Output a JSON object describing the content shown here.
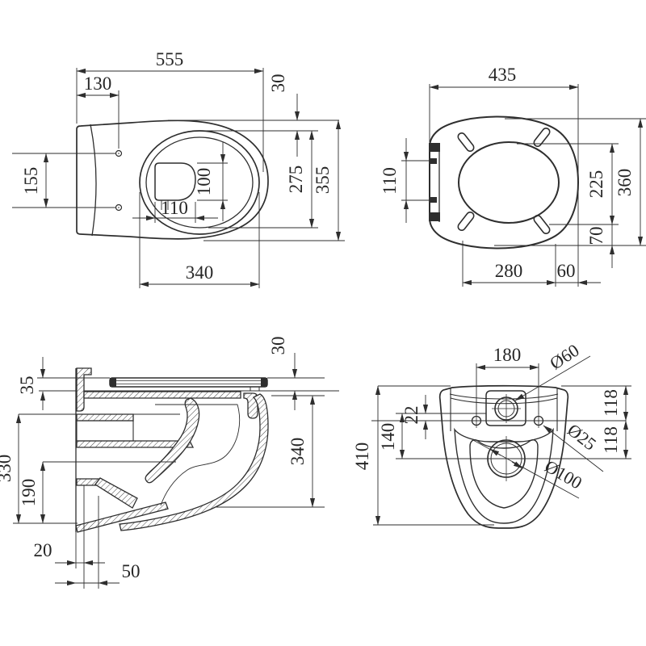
{
  "drawing": {
    "type": "technical-drawing",
    "subject": "wall-hung-toilet-dimension-sheet",
    "line_color": "#2e2e2e",
    "bg_color": "#ffffff",
    "views": {
      "top": {
        "label": "bowl-top-view",
        "dims": {
          "total_length": "555",
          "mount_inset": "130",
          "rim_inset": "30",
          "hole_spacing": "155",
          "water_len": "110",
          "water_wid": "100",
          "rim_width": "275",
          "total_width": "355",
          "bowl_length": "340"
        }
      },
      "seat": {
        "label": "seat-top-view",
        "dims": {
          "width": "435",
          "hinge_spacing": "110",
          "opening_depth": "225",
          "total_depth": "360",
          "rear_offset": "70",
          "front_span": "280",
          "tail_span": "60"
        }
      },
      "side": {
        "label": "side-section-view",
        "dims": {
          "seat_step": "30",
          "seat_lift": "35",
          "inlet_height": "330",
          "outlet_height": "190",
          "wall_gap": "20",
          "outlet_offset": "50",
          "body_height": "340"
        }
      },
      "rear": {
        "label": "rear-view",
        "dims": {
          "bolt_spacing": "180",
          "inlet_dia": "Ø60",
          "ledge": "22",
          "drop": "140",
          "total_height": "410",
          "bolt_dia": "Ø25",
          "outlet_dia": "Ø100",
          "upper_118": "118",
          "lower_118": "118"
        }
      }
    }
  }
}
